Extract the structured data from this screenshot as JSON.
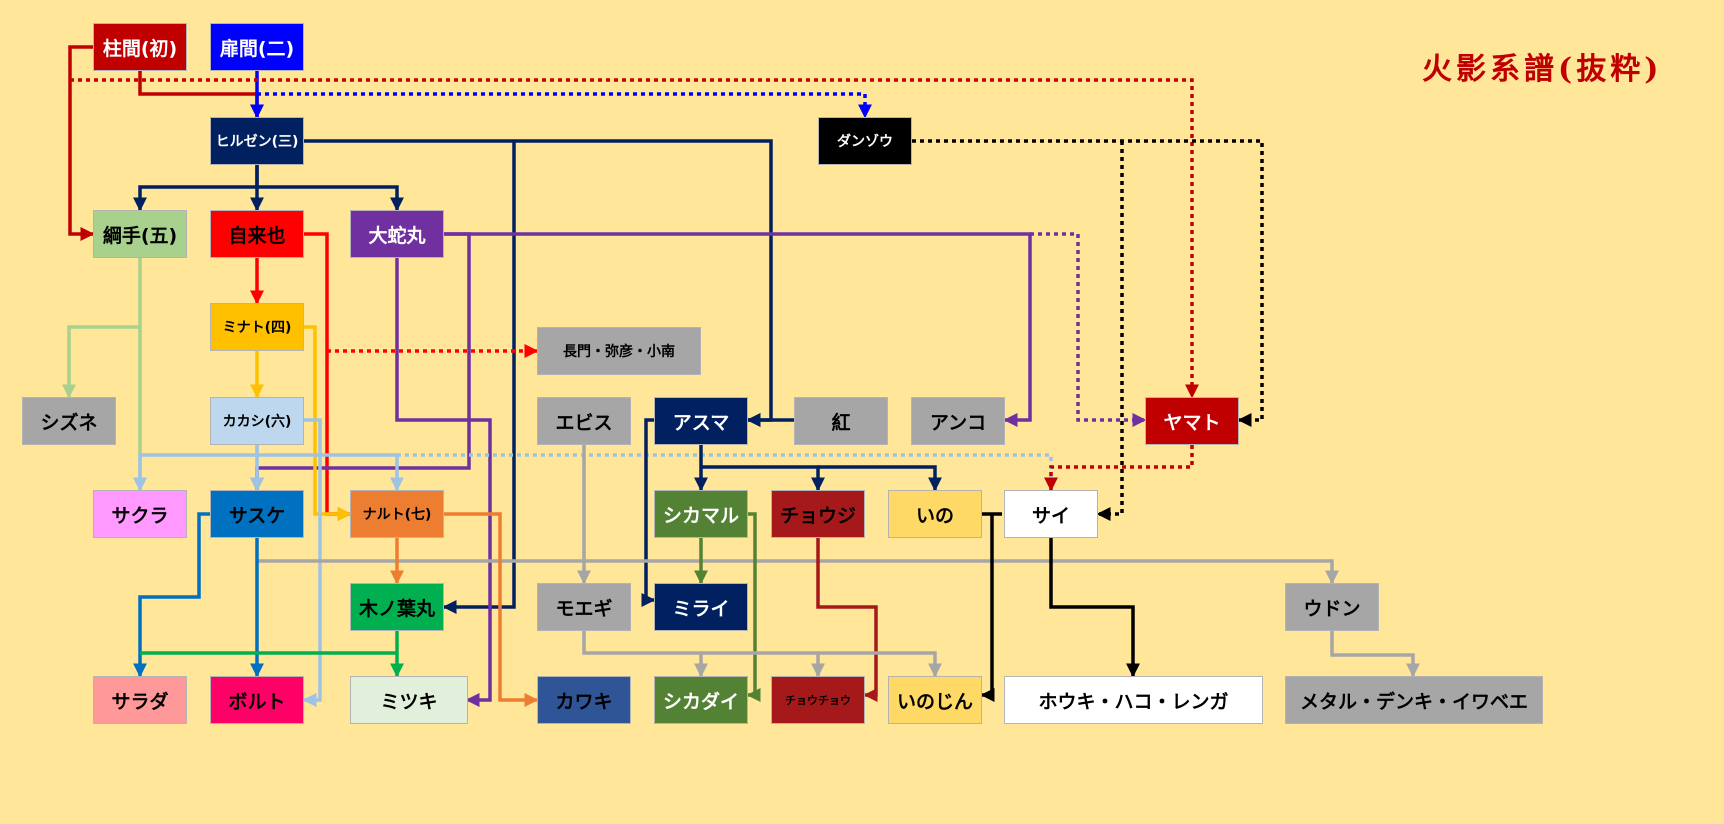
{
  "title": {
    "text": "火影系譜(抜粋)",
    "color": "#c00000"
  },
  "nodes": {
    "hashirama": {
      "label": "柱間(初)",
      "bg": "#c00000",
      "fg": "#ffffff"
    },
    "tobirama": {
      "label": "扉間(二)",
      "bg": "#0000ff",
      "fg": "#ffffff"
    },
    "hiruzen": {
      "label": "ヒルゼン(三)",
      "bg": "#002060",
      "fg": "#ffffff"
    },
    "danzo": {
      "label": "ダンゾウ",
      "bg": "#000000",
      "fg": "#ffffff"
    },
    "tsunade": {
      "label": "綱手(五)",
      "bg": "#a9d18e",
      "fg": "#000000"
    },
    "jiraiya": {
      "label": "自来也",
      "bg": "#ff0000",
      "fg": "#000000"
    },
    "orochimaru": {
      "label": "大蛇丸",
      "bg": "#7030a0",
      "fg": "#ffffff"
    },
    "minato": {
      "label": "ミナト(四)",
      "bg": "#ffc000",
      "fg": "#000000"
    },
    "nagato": {
      "label": "長門・弥彦・小南",
      "bg": "#a6a6a6",
      "fg": "#000000"
    },
    "shizune": {
      "label": "シズネ",
      "bg": "#a6a6a6",
      "fg": "#000000"
    },
    "kakashi": {
      "label": "カカシ(六)",
      "bg": "#bdd7ee",
      "fg": "#000000"
    },
    "ebisu": {
      "label": "エビス",
      "bg": "#a6a6a6",
      "fg": "#000000"
    },
    "asuma": {
      "label": "アスマ",
      "bg": "#002060",
      "fg": "#ffffff"
    },
    "kurenai": {
      "label": "紅",
      "bg": "#a6a6a6",
      "fg": "#000000"
    },
    "anko": {
      "label": "アンコ",
      "bg": "#a6a6a6",
      "fg": "#000000"
    },
    "yamato": {
      "label": "ヤマト",
      "bg": "#c00000",
      "fg": "#ffffff"
    },
    "sakura": {
      "label": "サクラ",
      "bg": "#ff99ff",
      "fg": "#000000"
    },
    "sasuke": {
      "label": "サスケ",
      "bg": "#0070c0",
      "fg": "#000000"
    },
    "naruto": {
      "label": "ナルト(七)",
      "bg": "#ed7d31",
      "fg": "#000000"
    },
    "shikamaru": {
      "label": "シカマル",
      "bg": "#548235",
      "fg": "#ffffff"
    },
    "choji": {
      "label": "チョウジ",
      "bg": "#a5191b",
      "fg": "#000000"
    },
    "ino": {
      "label": "いの",
      "bg": "#ffd966",
      "fg": "#000000"
    },
    "sai": {
      "label": "サイ",
      "bg": "#ffffff",
      "fg": "#000000"
    },
    "konohamaru": {
      "label": "木ノ葉丸",
      "bg": "#00b050",
      "fg": "#000000"
    },
    "moegi": {
      "label": "モエギ",
      "bg": "#a6a6a6",
      "fg": "#000000"
    },
    "mirai": {
      "label": "ミライ",
      "bg": "#002060",
      "fg": "#ffffff"
    },
    "udon": {
      "label": "ウドン",
      "bg": "#a6a6a6",
      "fg": "#000000"
    },
    "sarada": {
      "label": "サラダ",
      "bg": "#ff9999",
      "fg": "#000000"
    },
    "boruto": {
      "label": "ボルト",
      "bg": "#ff0066",
      "fg": "#000000"
    },
    "mitsuki": {
      "label": "ミツキ",
      "bg": "#e2efda",
      "fg": "#000000"
    },
    "kawaki": {
      "label": "カワキ",
      "bg": "#2f5597",
      "fg": "#000000"
    },
    "shikadai": {
      "label": "シカダイ",
      "bg": "#548235",
      "fg": "#ffffff"
    },
    "chocho": {
      "label": "チョウチョウ",
      "bg": "#a5191b",
      "fg": "#000000"
    },
    "inojin": {
      "label": "いのじん",
      "bg": "#ffd966",
      "fg": "#000000"
    },
    "houki": {
      "label": "ホウキ・ハコ・レンガ",
      "bg": "#ffffff",
      "fg": "#000000"
    },
    "metal": {
      "label": "メタル・デンキ・イワベエ",
      "bg": "#a6a6a6",
      "fg": "#000000"
    }
  },
  "edges": [
    {
      "from": "hashirama",
      "to": "hiruzen",
      "style": "solid",
      "color": "#c00000"
    },
    {
      "from": "tobirama",
      "to": "hiruzen",
      "style": "solid",
      "color": "#0000ff"
    },
    {
      "from": "hashirama",
      "to": "tsunade",
      "style": "solid",
      "color": "#c00000"
    },
    {
      "from": "hashirama",
      "to": "yamato",
      "style": "dotted",
      "color": "#c00000"
    },
    {
      "from": "tobirama",
      "to": "danzo",
      "style": "dotted",
      "color": "#0000ff"
    },
    {
      "from": "hiruzen",
      "to": "tsunade",
      "style": "solid",
      "color": "#002060"
    },
    {
      "from": "hiruzen",
      "to": "jiraiya",
      "style": "solid",
      "color": "#002060"
    },
    {
      "from": "hiruzen",
      "to": "orochimaru",
      "style": "solid",
      "color": "#002060"
    },
    {
      "from": "hiruzen",
      "to": "asuma",
      "style": "solid",
      "color": "#002060"
    },
    {
      "from": "hiruzen",
      "to": "konohamaru",
      "style": "solid",
      "color": "#002060"
    },
    {
      "from": "danzo",
      "to": "yamato",
      "style": "dotted",
      "color": "#000000"
    },
    {
      "from": "danzo",
      "to": "sai",
      "style": "dotted",
      "color": "#000000"
    },
    {
      "from": "tsunade",
      "to": "shizune",
      "style": "solid",
      "color": "#a9d18e"
    },
    {
      "from": "tsunade",
      "to": "sakura",
      "style": "solid",
      "color": "#a9d18e"
    },
    {
      "from": "jiraiya",
      "to": "minato",
      "style": "solid",
      "color": "#ff0000"
    },
    {
      "from": "jiraiya",
      "to": "nagato",
      "style": "dotted",
      "color": "#ff0000"
    },
    {
      "from": "jiraiya",
      "to": "naruto",
      "style": "solid",
      "color": "#ff0000"
    },
    {
      "from": "orochimaru",
      "to": "sasuke",
      "style": "solid",
      "color": "#7030a0"
    },
    {
      "from": "orochimaru",
      "to": "mitsuki",
      "style": "solid",
      "color": "#7030a0"
    },
    {
      "from": "orochimaru",
      "to": "anko",
      "style": "solid",
      "color": "#7030a0"
    },
    {
      "from": "orochimaru",
      "to": "yamato",
      "style": "dotted",
      "color": "#7030a0"
    },
    {
      "from": "minato",
      "to": "kakashi",
      "style": "solid",
      "color": "#ffc000"
    },
    {
      "from": "minato",
      "to": "naruto",
      "style": "solid",
      "color": "#ffc000"
    },
    {
      "from": "kakashi",
      "to": "sakura",
      "style": "solid",
      "color": "#9dc3e6"
    },
    {
      "from": "kakashi",
      "to": "sasuke",
      "style": "solid",
      "color": "#9dc3e6"
    },
    {
      "from": "kakashi",
      "to": "naruto",
      "style": "solid",
      "color": "#9dc3e6"
    },
    {
      "from": "kakashi",
      "to": "sai",
      "style": "dotted",
      "color": "#9dc3e6"
    },
    {
      "from": "kakashi",
      "to": "boruto",
      "style": "solid",
      "color": "#9dc3e6"
    },
    {
      "from": "yamato",
      "to": "sai",
      "style": "dotted",
      "color": "#c00000"
    },
    {
      "from": "kurenai",
      "to": "asuma",
      "style": "solid",
      "color": "#002060"
    },
    {
      "from": "asuma",
      "to": "shikamaru",
      "style": "solid",
      "color": "#002060"
    },
    {
      "from": "asuma",
      "to": "choji",
      "style": "solid",
      "color": "#002060"
    },
    {
      "from": "asuma",
      "to": "ino",
      "style": "solid",
      "color": "#002060"
    },
    {
      "from": "asuma",
      "to": "mirai",
      "style": "solid",
      "color": "#002060"
    },
    {
      "from": "ebisu",
      "to": "moegi",
      "style": "solid",
      "color": "#a6a6a6"
    },
    {
      "from": "ebisu",
      "to": "udon",
      "style": "solid",
      "color": "#a6a6a6"
    },
    {
      "from": "naruto",
      "to": "konohamaru",
      "style": "solid",
      "color": "#ed7d31"
    },
    {
      "from": "naruto",
      "to": "kawaki",
      "style": "solid",
      "color": "#ed7d31"
    },
    {
      "from": "sasuke",
      "to": "sarada",
      "style": "solid",
      "color": "#0070c0"
    },
    {
      "from": "sasuke",
      "to": "boruto",
      "style": "solid",
      "color": "#0070c0"
    },
    {
      "from": "konohamaru",
      "to": "sarada",
      "style": "solid",
      "color": "#00b050"
    },
    {
      "from": "konohamaru",
      "to": "mitsuki",
      "style": "solid",
      "color": "#00b050"
    },
    {
      "from": "shikamaru",
      "to": "mirai",
      "style": "solid",
      "color": "#548235"
    },
    {
      "from": "shikamaru",
      "to": "shikadai",
      "style": "solid",
      "color": "#548235"
    },
    {
      "from": "choji",
      "to": "chocho",
      "style": "solid",
      "color": "#a5191b"
    },
    {
      "from": "ino",
      "to": "inojin",
      "style": "solid",
      "color": "#000000"
    },
    {
      "from": "moegi",
      "to": "shikadai",
      "style": "solid",
      "color": "#a6a6a6"
    },
    {
      "from": "moegi",
      "to": "chocho",
      "style": "solid",
      "color": "#a6a6a6"
    },
    {
      "from": "moegi",
      "to": "inojin",
      "style": "solid",
      "color": "#a6a6a6"
    },
    {
      "from": "sai",
      "to": "houki",
      "style": "solid",
      "color": "#000000"
    },
    {
      "from": "udon",
      "to": "metal",
      "style": "solid",
      "color": "#a6a6a6"
    }
  ]
}
